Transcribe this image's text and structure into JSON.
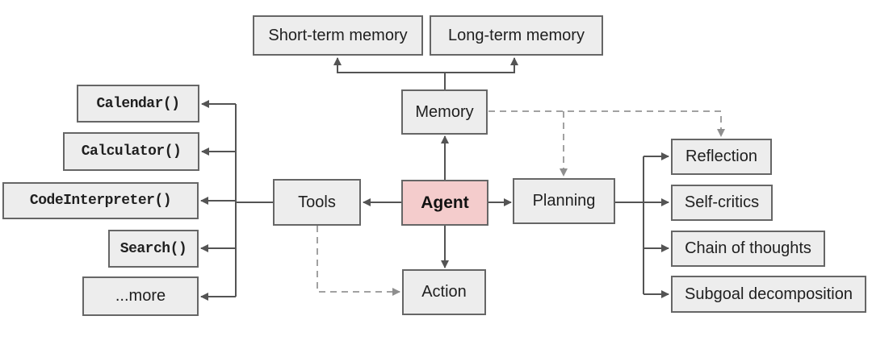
{
  "diagram": {
    "title": "LLM agent overview diagram",
    "nodes": {
      "short_term_memory": {
        "label": "Short-term memory"
      },
      "long_term_memory": {
        "label": "Long-term memory"
      },
      "memory": {
        "label": "Memory"
      },
      "agent": {
        "label": "Agent"
      },
      "tools": {
        "label": "Tools"
      },
      "planning": {
        "label": "Planning"
      },
      "action": {
        "label": "Action"
      },
      "calendar": {
        "label": "Calendar()"
      },
      "calculator": {
        "label": "Calculator()"
      },
      "code_interpreter": {
        "label": "CodeInterpreter()"
      },
      "search": {
        "label": "Search()"
      },
      "more": {
        "label": "...more"
      },
      "reflection": {
        "label": "Reflection"
      },
      "self_critics": {
        "label": "Self-critics"
      },
      "chain_of_thoughts": {
        "label": "Chain of thoughts"
      },
      "subgoal_decomposition": {
        "label": "Subgoal decomposition"
      }
    },
    "edges": [
      {
        "from": "memory",
        "to": "short_term_memory",
        "style": "solid"
      },
      {
        "from": "memory",
        "to": "long_term_memory",
        "style": "solid"
      },
      {
        "from": "agent",
        "to": "memory",
        "style": "solid"
      },
      {
        "from": "agent",
        "to": "tools",
        "style": "solid"
      },
      {
        "from": "agent",
        "to": "planning",
        "style": "solid"
      },
      {
        "from": "agent",
        "to": "action",
        "style": "solid"
      },
      {
        "from": "tools",
        "to": "calendar",
        "style": "solid"
      },
      {
        "from": "tools",
        "to": "calculator",
        "style": "solid"
      },
      {
        "from": "tools",
        "to": "code_interpreter",
        "style": "solid"
      },
      {
        "from": "tools",
        "to": "search",
        "style": "solid"
      },
      {
        "from": "tools",
        "to": "more",
        "style": "solid"
      },
      {
        "from": "planning",
        "to": "reflection",
        "style": "solid"
      },
      {
        "from": "planning",
        "to": "self_critics",
        "style": "solid"
      },
      {
        "from": "planning",
        "to": "chain_of_thoughts",
        "style": "solid"
      },
      {
        "from": "planning",
        "to": "subgoal_decomposition",
        "style": "solid"
      },
      {
        "from": "memory",
        "to": "planning",
        "style": "dashed"
      },
      {
        "from": "memory",
        "to": "reflection",
        "style": "dashed"
      },
      {
        "from": "tools",
        "to": "action",
        "style": "dashed"
      }
    ],
    "colors": {
      "background": "#ffffff",
      "node_fill": "#ededed",
      "node_border": "#666666",
      "agent_fill": "#f4cccc",
      "solid_line": "#545454",
      "dashed_line": "#a1a1a1",
      "dashed_arrow": "#8f8f8f",
      "text": "#1f1f1f"
    }
  }
}
